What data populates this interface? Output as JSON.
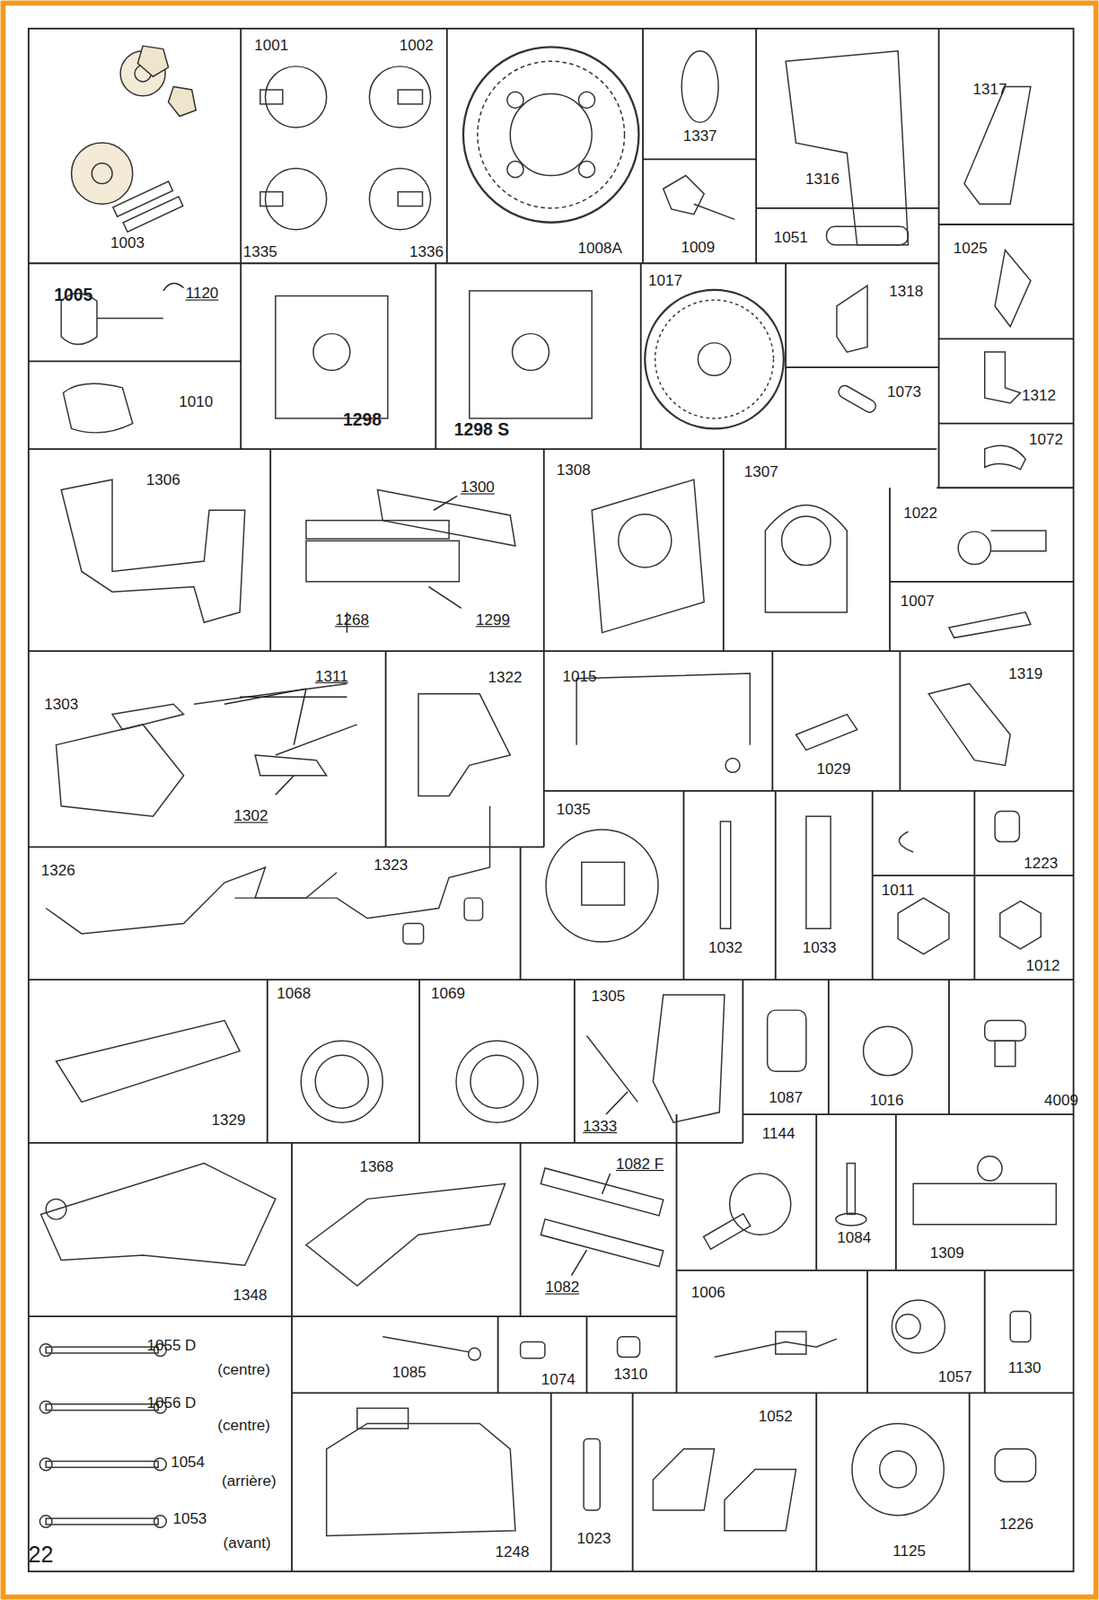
{
  "diagram": {
    "labels": [
      "1003",
      "1001",
      "1002",
      "1335",
      "1336",
      "1008A",
      "1337",
      "1009",
      "1316",
      "1317",
      "1051",
      "1025",
      "1005",
      "1120",
      "1010",
      "1298",
      "1298 S",
      "1017",
      "1318",
      "1073",
      "1312",
      "1072",
      "1306",
      "1300",
      "1268",
      "1299",
      "1308",
      "1307",
      "1022",
      "1007",
      "1303",
      "1311",
      "1302",
      "1322",
      "1015",
      "1319",
      "1029",
      "1035",
      "1032",
      "1033",
      "1223",
      "1011",
      "1012",
      "1326",
      "1323",
      "1068",
      "1069",
      "1305",
      "1329",
      "1333",
      "1087",
      "1016",
      "4009",
      "1144",
      "1084",
      "1309",
      "1368",
      "1348",
      "1082 F",
      "1082",
      "1006",
      "1057",
      "1130",
      "1055 D",
      "(centre)",
      "1056 D",
      "(centre)",
      "1054",
      "(arrière)",
      "1053",
      "(avant)",
      "22",
      "1085",
      "1074",
      "1310",
      "1248",
      "1023",
      "1052",
      "1125",
      "1226"
    ]
  }
}
